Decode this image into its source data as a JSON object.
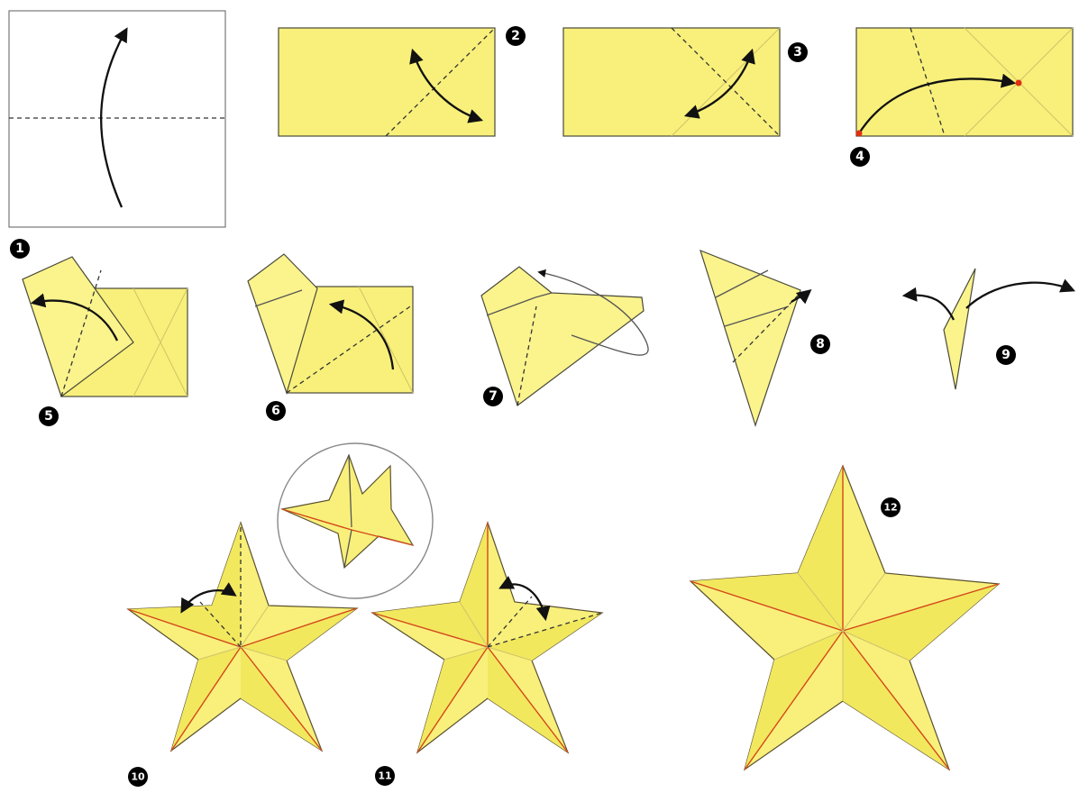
{
  "steps": [
    {
      "number": "1"
    },
    {
      "number": "2"
    },
    {
      "number": "3"
    },
    {
      "number": "4"
    },
    {
      "number": "5"
    },
    {
      "number": "6"
    },
    {
      "number": "7"
    },
    {
      "number": "8"
    },
    {
      "number": "9"
    },
    {
      "number": "10"
    },
    {
      "number": "11"
    },
    {
      "number": "12"
    }
  ],
  "colors": {
    "paper": "#f8f07a",
    "crease_red": "#d4471a",
    "marker_red": "#e03010",
    "label_bg": "#000000"
  }
}
